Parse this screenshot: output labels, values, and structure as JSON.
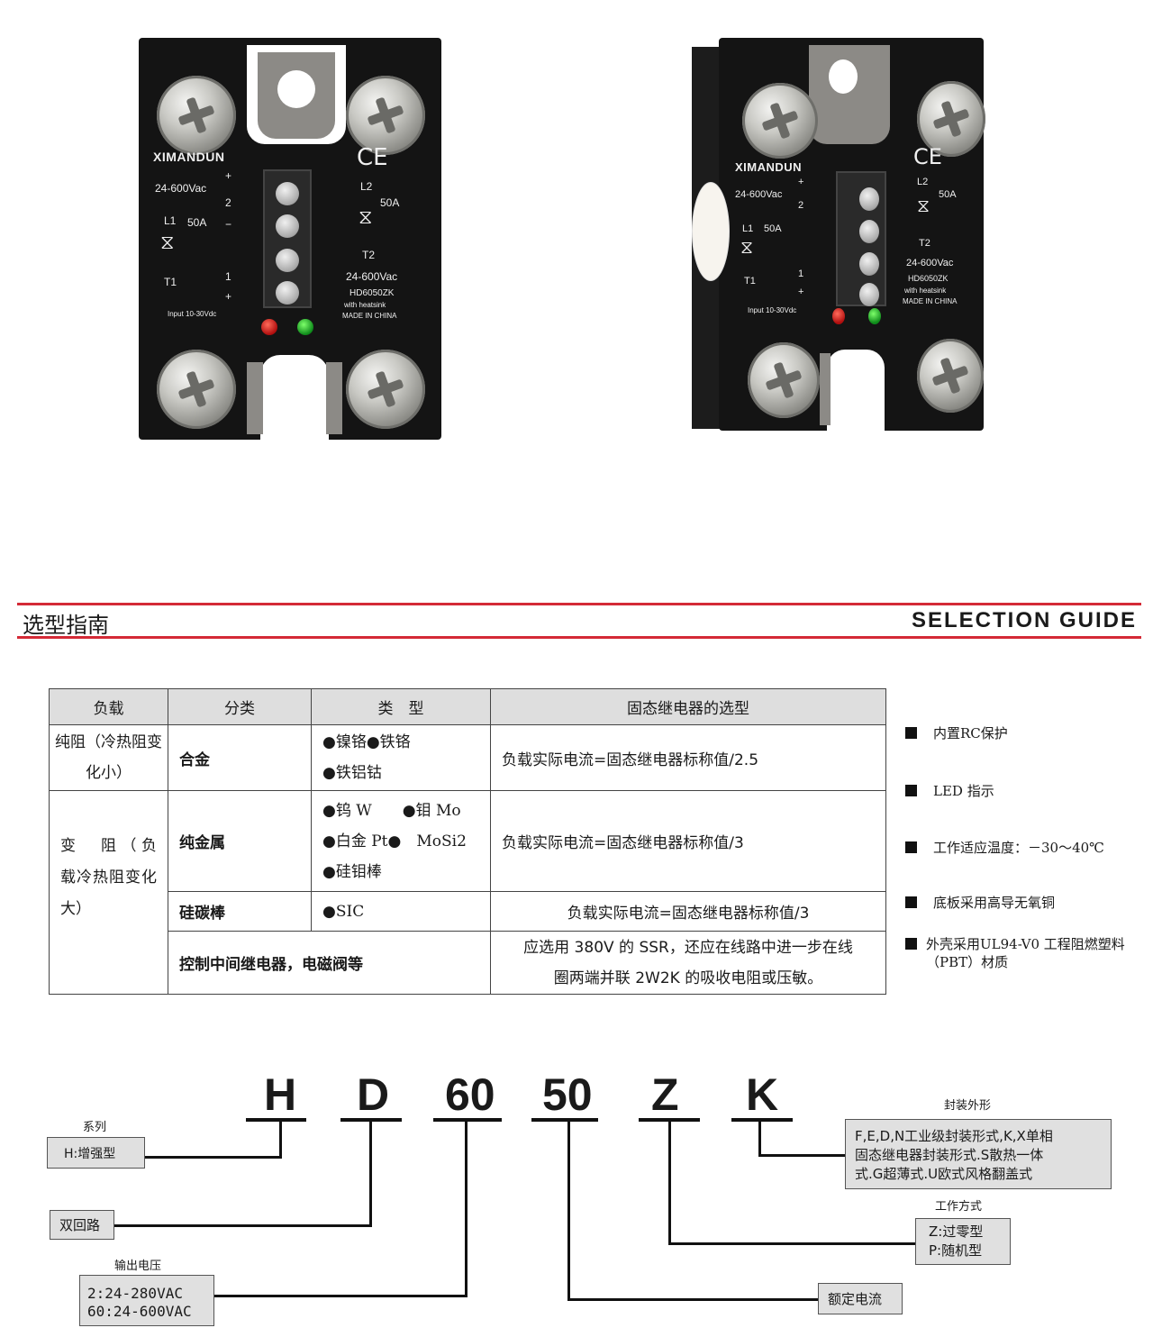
{
  "photo_left": {
    "brand": "XIMANDUN",
    "voltage_top": "24-600Vac",
    "l1": "L1",
    "l2": "L2",
    "t1": "T1",
    "t2": "T2",
    "amp_left": "50A",
    "amp_right": "50A",
    "ce": "CE",
    "plus": "+",
    "minus": "−",
    "two": "2",
    "one": "1",
    "voltage_bottom": "24-600Vac",
    "model": "HD6050ZK",
    "heatsink": "with heatsink",
    "made_in": "MADE IN CHINA",
    "input": "Input 10-30Vdc"
  },
  "photo_right": {
    "brand": "XIMANDUN",
    "voltage_top": "24-600Vac",
    "l1": "L1",
    "l2": "L2",
    "t1": "T1",
    "t2": "T2",
    "amp_left": "50A",
    "amp_right": "50A",
    "ce": "CE",
    "plus": "+",
    "two": "2",
    "one": "1",
    "voltage_bottom": "24-600Vac",
    "model": "HD6050ZK",
    "heatsink": "with heatsink",
    "made_in": "MADE IN CHINA",
    "input": "Input 10-30Vdc"
  },
  "section": {
    "title_cn": "选型指南",
    "title_en": "SELECTION GUIDE",
    "accent_color": "#d42a36"
  },
  "table": {
    "headers": [
      "负载",
      "分类",
      "类　型",
      "固态继电器的选型"
    ],
    "load_a": "纯阻（冷热阻变化小）",
    "load_b": "变　阻（负　载冷热阻变化大）",
    "row1": {
      "category": "合金",
      "types": [
        "●镍铬●铁铬",
        "●铁铝钴"
      ],
      "selection": "负载实际电流=固态继电器标称值/2.5"
    },
    "row2": {
      "category": "纯金属",
      "types": [
        "●钨 W　　●钼 Mo",
        "●白金 Pt●　MoSi2",
        "●硅钼棒"
      ],
      "selection": "负载实际电流=固态继电器标称值/3"
    },
    "row3": {
      "category": "硅碳棒",
      "types": [
        "●SIC"
      ],
      "selection": "负载实际电流=固态继电器标称值/3"
    },
    "row4": {
      "category": "控制中间继电器，电磁阀等",
      "selection_lines": [
        "应选用 380V 的 SSR，还应在线路中进一步在线",
        "圈两端并联 2W2K 的吸收电阻或压敏。"
      ]
    }
  },
  "features": [
    "内置RC保护",
    "LED 指示",
    "工作适应温度：－30～40℃",
    "底板采用高导无氧铜",
    "外壳采用UL94-V0 工程阻燃塑料（PBT）材质"
  ],
  "model_code": {
    "letters": [
      "H",
      "D",
      "60",
      "50",
      "Z",
      "K"
    ],
    "series_label": "系列",
    "series_value": "H:增强型",
    "dual_loop": "双回路",
    "output_voltage_label": "输出电压",
    "output_voltage_values": [
      "2:24-280VAC",
      "60:24-600VAC"
    ],
    "rated_current": "额定电流",
    "work_mode_label": "工作方式",
    "work_mode_values": [
      "Z:过零型",
      "P:随机型"
    ],
    "package_label": "封装外形",
    "package_lines": [
      "F,E,D,N工业级封装形式,K,X单相",
      "固态继电器封装形式.S散热一体",
      "式.G超薄式.U欧式风格翻盖式"
    ]
  }
}
